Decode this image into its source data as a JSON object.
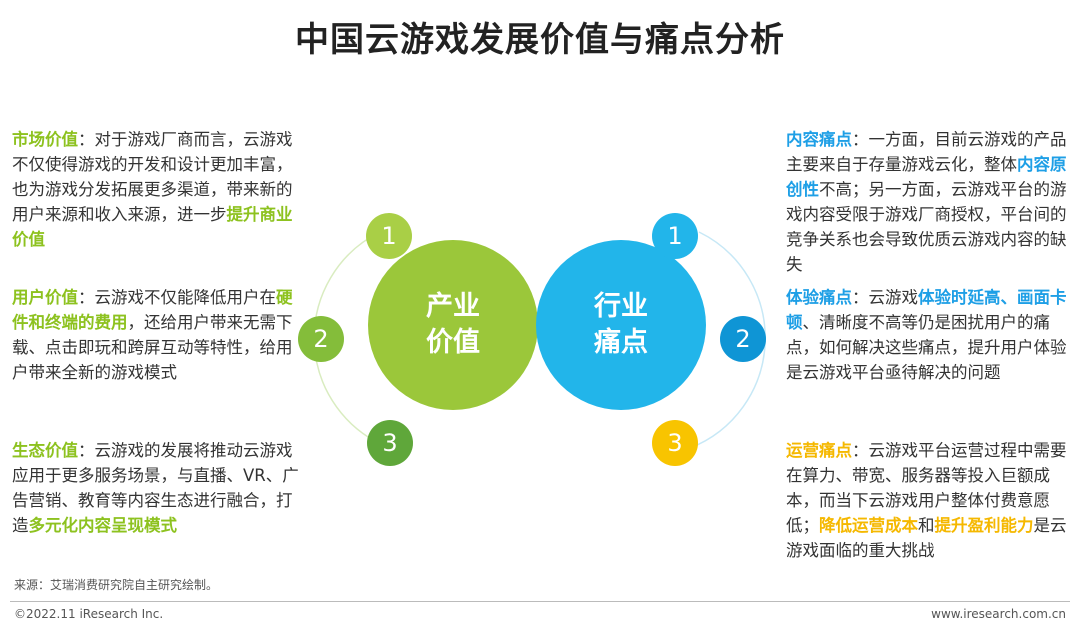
{
  "title": "中国云游戏发展价值与痛点分析",
  "colors": {
    "green": "#8dc21f",
    "blue": "#1e9fe6",
    "yellow": "#f5b800"
  },
  "center": {
    "left_circle": {
      "line1": "产业",
      "line2": "价值"
    },
    "right_circle": {
      "line1": "行业",
      "line2": "痛点"
    },
    "left_numbers": [
      "1",
      "2",
      "3"
    ],
    "right_numbers": [
      "1",
      "2",
      "3"
    ]
  },
  "left": {
    "market": {
      "label": "市场价值",
      "text": "：对于游戏厂商而言，云游戏不仅使得游戏的开发和设计更加丰富，也为游戏分发拓展更多渠道，带来新的用户来源和收入来源，进一步",
      "highlight": "提升商业价值"
    },
    "user": {
      "label": "用户价值",
      "text1": "：云游戏不仅能降低用户在",
      "highlight": "硬件和终端的费用",
      "text2": "，还给用户带来无需下载、点击即玩和跨屏互动等特性，给用户带来全新的游戏模式"
    },
    "ecology": {
      "label": "生态价值",
      "text": "：云游戏的发展将推动云游戏应用于更多服务场景，与直播、VR、广告营销、教育等内容生态进行融合，打造",
      "highlight": "多元化内容呈现模式"
    }
  },
  "right": {
    "content": {
      "label": "内容痛点",
      "text1": "：一方面，目前云游戏的产品主要来自于存量游戏云化，整体",
      "highlight": "内容原创性",
      "text2": "不高；另一方面，云游戏平台的游戏内容受限于游戏厂商授权，平台间的竞争关系也会导致优质云游戏内容的缺失"
    },
    "experience": {
      "label": "体验痛点",
      "text1": "：云游戏",
      "highlight": "体验时延高、画面卡顿",
      "text2": "、清晰度不高等仍是困扰用户的痛点，如何解决这些痛点，提升用户体验是云游戏平台亟待解决的问题"
    },
    "operation": {
      "label": "运营痛点",
      "text1": "：云游戏平台运营过程中需要在算力、带宽、服务器等投入巨额成本，而当下云游戏用户整体付费意愿低；",
      "highlight1": "降低运营成本",
      "text2": "和",
      "highlight2": "提升盈利能力",
      "text3": "是云游戏面临的重大挑战"
    }
  },
  "footer": {
    "source": "来源：艾瑞消费研究院自主研究绘制。",
    "copyright": "©2022.11 iResearch Inc.",
    "website": "www.iresearch.com.cn"
  }
}
